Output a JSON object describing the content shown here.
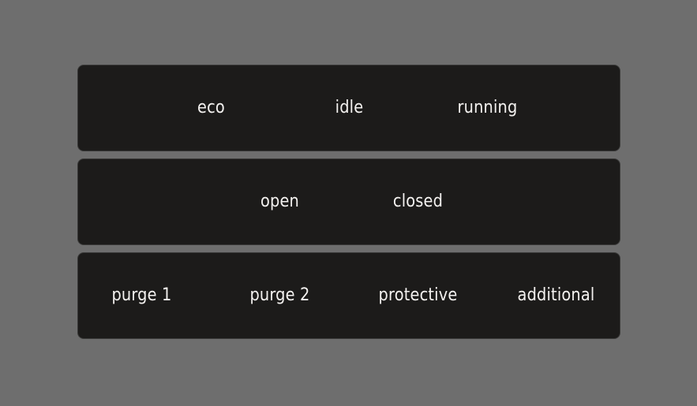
{
  "colors": {
    "background": "#6e6e6e",
    "panel_background": "#1c1b1a",
    "panel_border": "#3a3a39",
    "option_text": "#f4f2f0"
  },
  "panels": [
    {
      "name": "mode-panel",
      "options": [
        {
          "label": "eco"
        },
        {
          "label": "idle"
        },
        {
          "label": "running"
        }
      ]
    },
    {
      "name": "state-panel",
      "options": [
        {
          "label": "open"
        },
        {
          "label": "closed"
        }
      ]
    },
    {
      "name": "program-panel",
      "options": [
        {
          "label": "purge 1"
        },
        {
          "label": "purge 2"
        },
        {
          "label": "protective"
        },
        {
          "label": "additional"
        }
      ]
    }
  ]
}
